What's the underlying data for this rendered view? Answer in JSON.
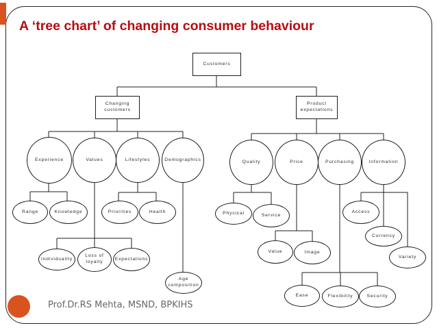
{
  "slide": {
    "title": "A ‘tree chart’ of changing consumer behaviour",
    "footer": "Prof.Dr.RS Mehta, MSND, BPKIHS",
    "title_color": "#b70c11",
    "accent_color": "#d9531e",
    "line_color": "#1c1c1c"
  },
  "nodes": {
    "customers": "Customers",
    "changing_customers": "Changing\ncustomers",
    "product_expectations": "Product\nexpectations",
    "experience": "Experience",
    "values": "Values",
    "lifestyles": "Lifestyles",
    "demographics": "Demographics",
    "range": "Range",
    "knowledge": "Knowledge",
    "priorities": "Priorities",
    "health": "Health",
    "individuality": "Individuality",
    "loss_of_loyalty": "Loss of\nloyalty",
    "expectations": "Expectations",
    "age_composition": "Age\ncomposition",
    "quality": "Quality",
    "price": "Price",
    "purchasing": "Purchasing",
    "information": "Information",
    "physical": "Physical",
    "service": "Service",
    "value": "Value",
    "image": "Image",
    "access": "Access",
    "currency": "Currency",
    "variety": "Variety",
    "ease": "Ease",
    "flexibility": "Flexibility",
    "security": "Security"
  },
  "hierarchy": {
    "label": "Customers",
    "children": [
      {
        "label": "Changing customers",
        "children": [
          {
            "label": "Experience",
            "children": [
              {
                "label": "Range"
              },
              {
                "label": "Knowledge"
              }
            ]
          },
          {
            "label": "Values",
            "children": [
              {
                "label": "Individuality"
              },
              {
                "label": "Loss of loyalty"
              },
              {
                "label": "Expectations"
              }
            ]
          },
          {
            "label": "Lifestyles",
            "children": [
              {
                "label": "Priorities"
              },
              {
                "label": "Health"
              }
            ]
          },
          {
            "label": "Demographics",
            "children": [
              {
                "label": "Age composition"
              }
            ]
          }
        ]
      },
      {
        "label": "Product expectations",
        "children": [
          {
            "label": "Quality",
            "children": [
              {
                "label": "Physical"
              },
              {
                "label": "Service"
              }
            ]
          },
          {
            "label": "Price",
            "children": [
              {
                "label": "Value"
              },
              {
                "label": "Image"
              }
            ]
          },
          {
            "label": "Purchasing",
            "children": [
              {
                "label": "Ease"
              },
              {
                "label": "Flexibility"
              },
              {
                "label": "Security"
              }
            ]
          },
          {
            "label": "Information",
            "children": [
              {
                "label": "Access"
              },
              {
                "label": "Currency"
              },
              {
                "label": "Variety"
              }
            ]
          }
        ]
      }
    ]
  }
}
